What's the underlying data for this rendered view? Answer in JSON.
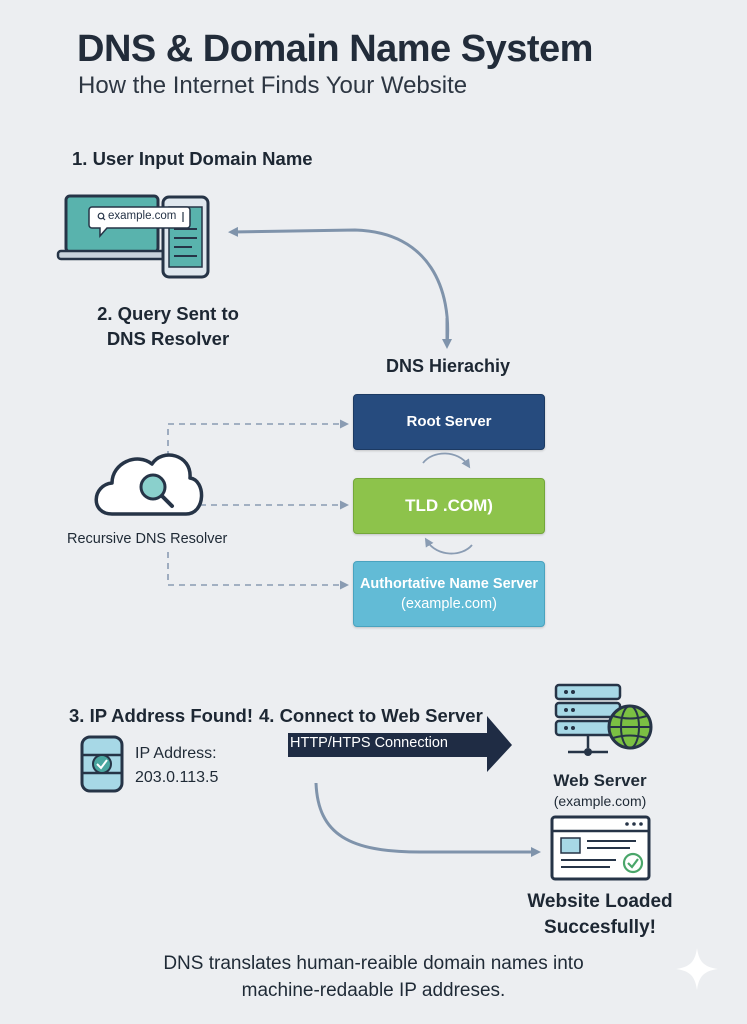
{
  "header": {
    "title": "DNS & Domain Name System",
    "subtitle": "How the Internet Finds Your Website"
  },
  "steps": {
    "step1": "1. User Input Domain Name",
    "step2_line1": "2. Query Sent to",
    "step2_line2": "DNS Resolver",
    "step3": "3. IP Address Found!",
    "step4": "4. Connect to Web Server"
  },
  "device": {
    "search_text": "example.com"
  },
  "hierarchy": {
    "heading": "DNS Hierachiy",
    "root": "Root Server",
    "tld": "TLD .COM)",
    "auth_line1": "Authortative Name Server",
    "auth_line2": "(example.com)"
  },
  "resolver": {
    "label": "Recursive DNS Resolver"
  },
  "ip": {
    "label": "IP Address:",
    "value": "203.0.113.5"
  },
  "connection": {
    "label": "HTTP/HTPS Connection"
  },
  "web_server": {
    "name": "Web Server",
    "domain": "(example.com)"
  },
  "result": {
    "line1": "Website Loaded",
    "line2": "Succesfully!"
  },
  "footer": {
    "line1": "DNS translates human-reaible domain names into",
    "line2": "machine-redaable IP addreses."
  },
  "colors": {
    "root": "#264b7e",
    "tld": "#8dc34b",
    "authoritative": "#62bbd6",
    "arrow": "#7f93ab",
    "dark_arrow": "#1f2c44",
    "teal": "#4aa6a0"
  }
}
